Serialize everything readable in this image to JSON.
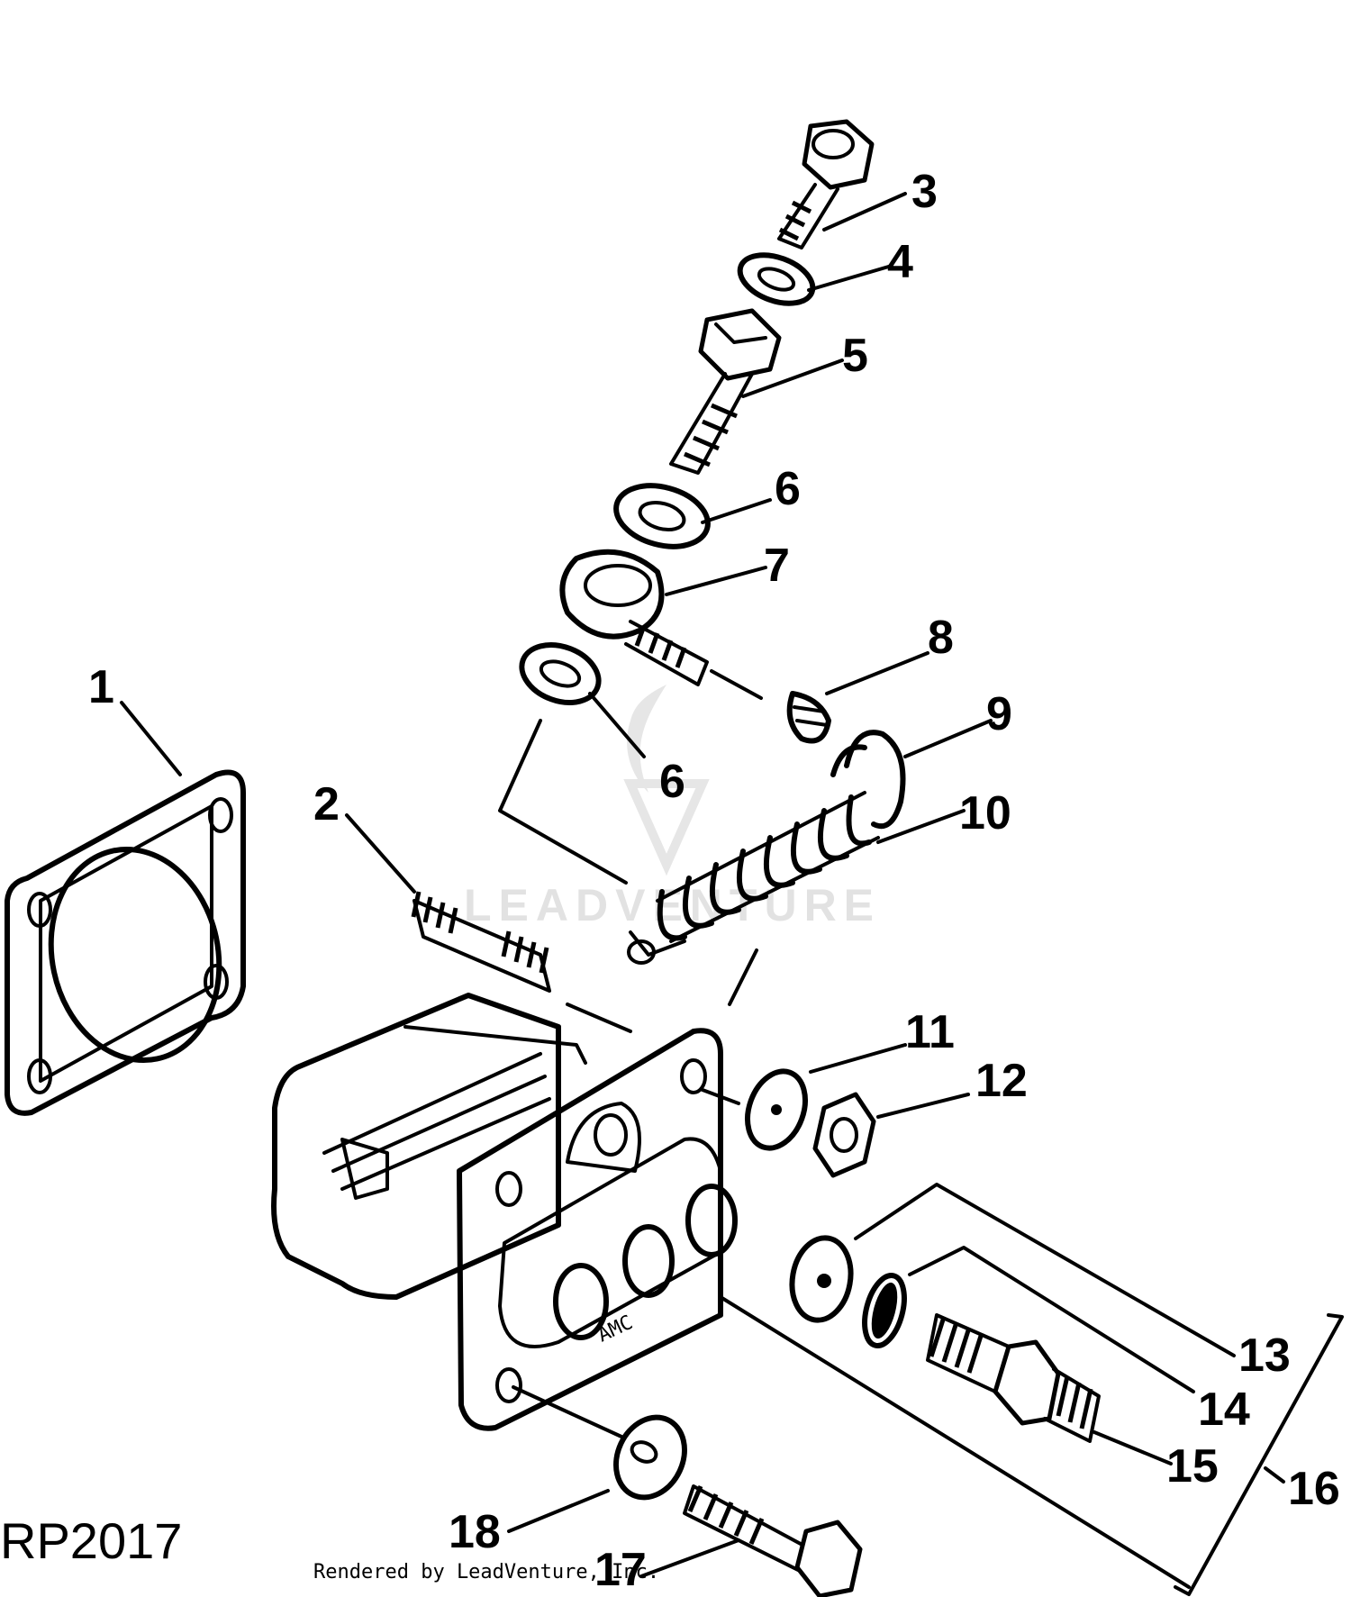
{
  "diagram": {
    "reference_code": "RP2017",
    "credit": "Rendered by LeadVenture, Inc.",
    "watermark": "LEADVENTURE",
    "callouts": [
      "1",
      "2",
      "3",
      "4",
      "5",
      "6",
      "6",
      "7",
      "8",
      "9",
      "10",
      "11",
      "12",
      "13",
      "14",
      "15",
      "16",
      "17",
      "18"
    ]
  }
}
